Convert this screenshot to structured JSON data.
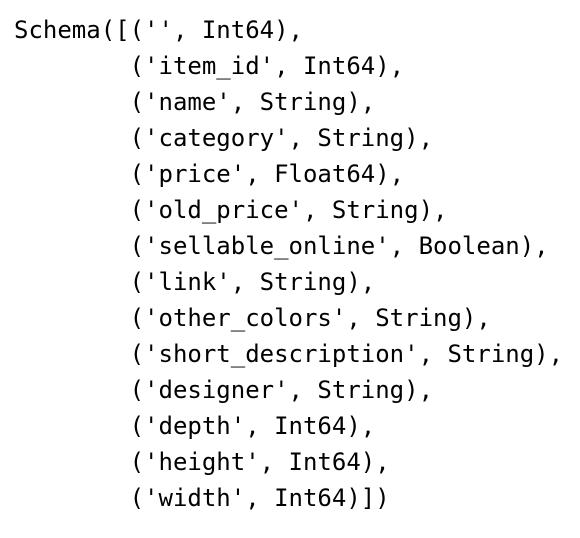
{
  "output": {
    "lines": [
      "Schema([('', Int64),",
      "        ('item_id', Int64),",
      "        ('name', String),",
      "        ('category', String),",
      "        ('price', Float64),",
      "        ('old_price', String),",
      "        ('sellable_online', Boolean),",
      "        ('link', String),",
      "        ('other_colors', String),",
      "        ('short_description', String),",
      "        ('designer', String),",
      "        ('depth', Int64),",
      "        ('height', Int64),",
      "        ('width', Int64)])"
    ]
  }
}
